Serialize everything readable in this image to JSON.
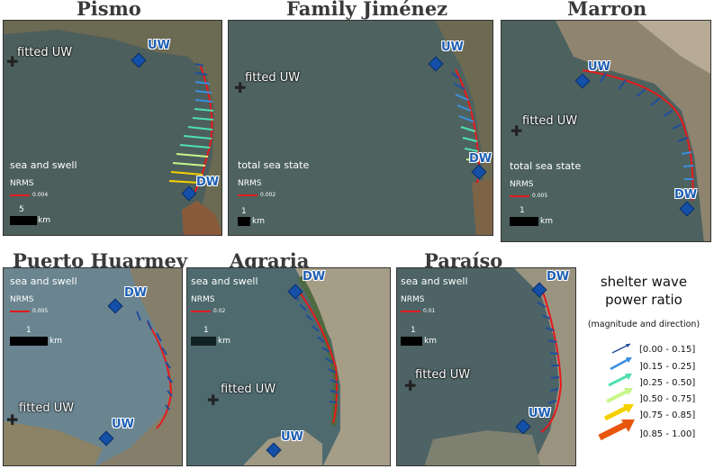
{
  "panels": [
    {
      "name": "Pismo",
      "state": "sea and swell",
      "nrms_label": "NRMS",
      "nrms_value": "0.004",
      "km_num": "5",
      "km_unit": "km",
      "fitted": "fitted UW",
      "uw": "UW",
      "dw": "DW"
    },
    {
      "name": "Family Jiménez",
      "state": "total sea state",
      "nrms_label": "NRMS",
      "nrms_value": "0.002",
      "km_num": "1",
      "km_unit": "km",
      "fitted": "fitted UW",
      "uw": "UW",
      "dw": "DW"
    },
    {
      "name": "Marron",
      "state": "total sea state",
      "nrms_label": "NRMS",
      "nrms_value": "0.005",
      "km_num": "1",
      "km_unit": "km",
      "fitted": "fitted UW",
      "uw": "UW",
      "dw": "DW"
    },
    {
      "name": "Puerto Huarmey",
      "state": "sea and swell",
      "nrms_label": "NRMS",
      "nrms_value": "0.005",
      "km_num": "1",
      "km_unit": "km",
      "fitted": "fitted UW",
      "uw": "UW",
      "dw": "DW"
    },
    {
      "name": "Agraria",
      "state": "sea and swell",
      "nrms_label": "NRMS",
      "nrms_value": "0.02",
      "km_num": "1",
      "km_unit": "km",
      "fitted": "fitted UW",
      "uw": "UW",
      "dw": "DW"
    },
    {
      "name": "Paraíso",
      "state": "sea and swell",
      "nrms_label": "NRMS",
      "nrms_value": "0.01",
      "km_num": "1",
      "km_unit": "km",
      "fitted": "fitted UW",
      "uw": "UW",
      "dw": "DW"
    }
  ],
  "legend": {
    "title_line1": "shelter wave",
    "title_line2": "power ratio",
    "subtitle": "(magnitude and direction)",
    "items": [
      {
        "label": "[0.00 - 0.15]",
        "color": "#1f4e9c"
      },
      {
        "label": "]0.15 - 0.25]",
        "color": "#3b8fe0"
      },
      {
        "label": "]0.25 - 0.50]",
        "color": "#4fe0b0"
      },
      {
        "label": "]0.50 - 0.75]",
        "color": "#c8f58a"
      },
      {
        "label": "]0.75 - 0.85]",
        "color": "#f5d000"
      },
      {
        "label": "]0.85 - 1.00]",
        "color": "#e8560e"
      }
    ]
  },
  "colors": {
    "coastline": "#e41a1c",
    "site_marker": "#1450a8",
    "site_label": "#1e5fb4"
  }
}
